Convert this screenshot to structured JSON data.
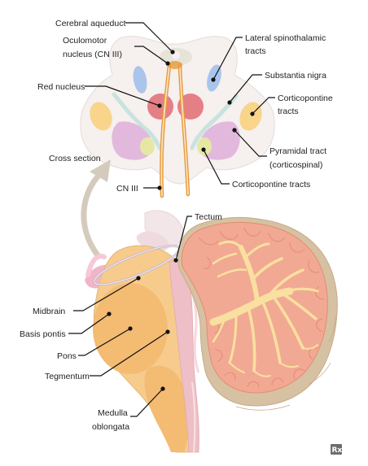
{
  "labels": {
    "cerebral_aqueduct": "Cerebral aqueduct",
    "oculomotor_1": "Oculomotor",
    "oculomotor_2": "nucleus (CN III)",
    "red_nucleus": "Red nucleus",
    "cross_section": "Cross section",
    "cn3": "CN III",
    "lateral_spino_1": "Lateral spinothalamic",
    "lateral_spino_2": "tracts",
    "substantia_nigra": "Substantia nigra",
    "corticopontine_1": "Corticopontine",
    "corticopontine_2": "tracts",
    "pyramidal_1": "Pyramidal tract",
    "pyramidal_2": "(corticospinal)",
    "corticopontine_lower": "Corticopontine tracts",
    "tectum": "Tectum",
    "midbrain": "Midbrain",
    "basis_pontis": "Basis pontis",
    "pons": "Pons",
    "tegmentum": "Tegmentum",
    "medulla_1": "Medulla",
    "medulla_2": "oblongata"
  },
  "logo": "Rx",
  "colors": {
    "cross_section_fill": "#f6f0ee",
    "red_nucleus": "#e57f86",
    "substantia_nigra": "#c8e3df",
    "spinothalamic": "#a9c5ec",
    "corticopontine": "#f8d58b",
    "pyramidal": "#e2b9dd",
    "corticopontine_small": "#e6e7a5",
    "cn3_nerve": "#e89a3c",
    "brainstem": "#f7cb8c",
    "tegmentum": "#eebfc6",
    "cerebellum": "#f2a994",
    "cerebellum_white": "#f9e0a0",
    "cerebellum_outer": "#d6c1a3"
  }
}
